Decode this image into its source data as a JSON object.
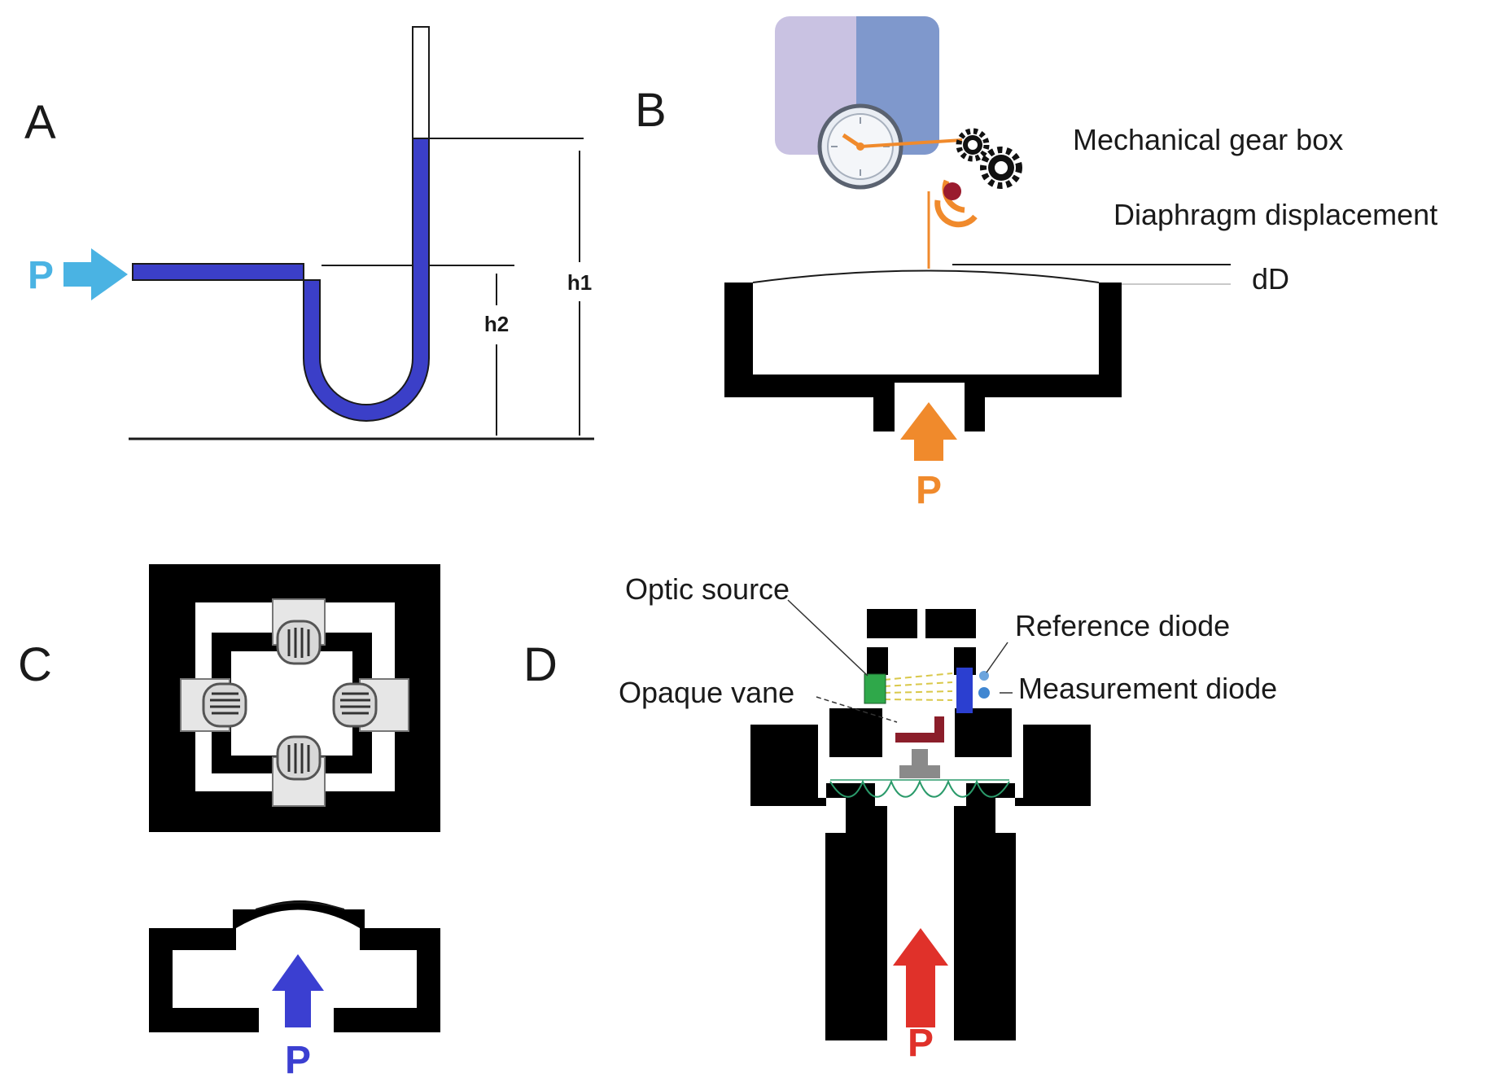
{
  "panels": {
    "a": {
      "letter": "A",
      "pressure_label": "P",
      "height_labels": [
        "h1",
        "h2"
      ]
    },
    "b": {
      "letter": "B",
      "pressure_label": "P",
      "gear_box_label": "Mechanical gear box",
      "displacement_label": "Diaphragm displacement",
      "delta_label": "dD"
    },
    "c": {
      "letter": "C",
      "pressure_label": "P"
    },
    "d": {
      "letter": "D",
      "pressure_label": "P",
      "optic_source_label": "Optic source",
      "reference_diode_label": "Reference diode",
      "opaque_vane_label": "Opaque vane",
      "measurement_diode_label": "Measurement diode"
    }
  },
  "colors": {
    "manometer_fluid": "#3b3fc8",
    "arrow_a": "#4ab3e3",
    "arrow_b": "#f08a2c",
    "arrow_c": "#3b3fd1",
    "arrow_d": "#e0312a",
    "gauge_left": "#c9c2e2",
    "gauge_right": "#7f98cc",
    "optic_source": "#2fa84a",
    "diode_bar": "#2b3fd0",
    "vane": "#8b1e2a",
    "spring": "#2a9a6a"
  }
}
